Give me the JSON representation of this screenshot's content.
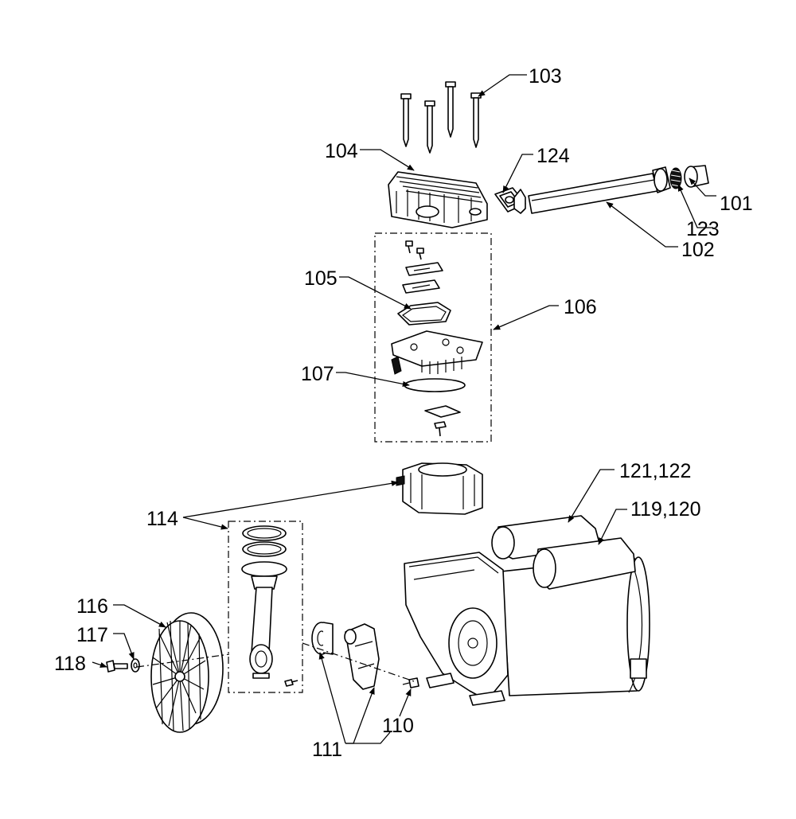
{
  "diagram": {
    "labels": {
      "p101": "101",
      "p102": "102",
      "p103": "103",
      "p104": "104",
      "p105": "105",
      "p106": "106",
      "p107": "107",
      "p110": "110",
      "p111": "111",
      "p114": "114",
      "p116": "116",
      "p117": "117",
      "p118": "118",
      "p119": "119,120",
      "p121": "121,122",
      "p123": "123",
      "p124": "124"
    }
  }
}
